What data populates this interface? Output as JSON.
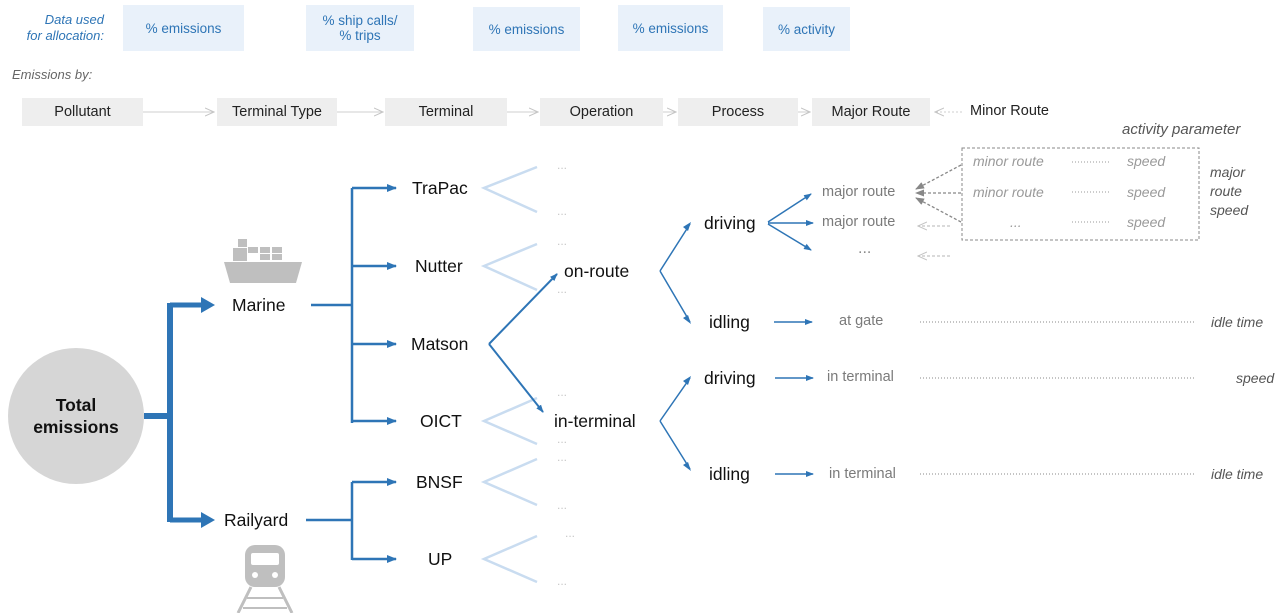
{
  "allocation": {
    "label_line1": "Data used",
    "label_line2": "for allocation:",
    "boxes": [
      {
        "line1": "% emissions",
        "line2": ""
      },
      {
        "line1": "% ship calls/",
        "line2": "% trips"
      },
      {
        "line1": "% emissions",
        "line2": ""
      },
      {
        "line1": "% emissions",
        "line2": ""
      },
      {
        "line1": "% activity",
        "line2": ""
      }
    ]
  },
  "emissions_by": {
    "label": "Emissions by:",
    "categories": [
      "Pollutant",
      "Terminal Type",
      "Terminal",
      "Operation",
      "Process",
      "Major Route",
      "Minor Route"
    ]
  },
  "activity_parameter": {
    "title": "activity parameter",
    "minor_routes": [
      "minor route",
      "minor route",
      "..."
    ],
    "minor_speeds": [
      "speed",
      "speed",
      "speed"
    ],
    "major_label": [
      "major",
      "route",
      "speed"
    ]
  },
  "tree": {
    "root": {
      "line1": "Total",
      "line2": "emissions"
    },
    "terminal_types": [
      "Marine",
      "Railyard"
    ],
    "terminals": [
      "TraPac",
      "Nutter",
      "Matson",
      "OICT",
      "BNSF",
      "UP"
    ],
    "operations": [
      "on-route",
      "in-terminal"
    ],
    "processes": [
      "driving",
      "idling",
      "driving",
      "idling"
    ],
    "major_routes": [
      "major route",
      "major route",
      "..."
    ],
    "locations": [
      "at gate",
      "in terminal",
      "in terminal"
    ],
    "parameters": [
      "idle time",
      "speed",
      "idle time"
    ],
    "ellipsis": "..."
  },
  "icons": [
    "ship-icon",
    "train-icon"
  ],
  "colors": {
    "accent": "#2e75b6",
    "faint": "#c9dcf0",
    "box_bg": "#e9f1fa",
    "cat_bg": "#eeeeee",
    "circle": "#d6d6d6"
  }
}
